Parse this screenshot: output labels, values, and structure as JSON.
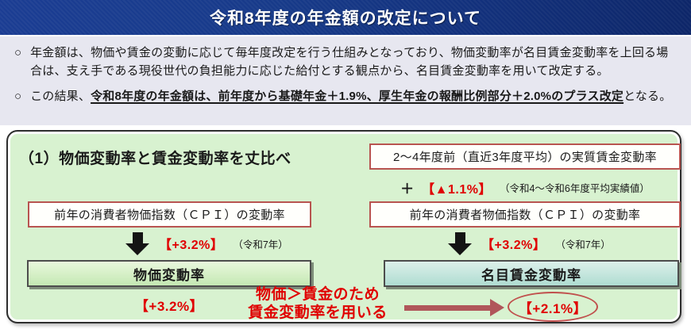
{
  "header": {
    "title": "令和8年度の年金額の改定について"
  },
  "intro": {
    "bullets": [
      {
        "marker": "○",
        "text": "年金額は、物価や賃金の変動に応じて毎年度改定を行う仕組みとなっており、物価変動率が名目賃金変動率を上回る場合は、支え手である現役世代の負担能力に応じた給付とする観点から、名目賃金変動率を用いて改定する。"
      },
      {
        "marker": "○",
        "prefix": "この結果、",
        "emphasis": "令和8年度の年金額は、前年度から基礎年金＋1.9%、厚生年金の報酬比例部分＋2.0%のプラス改定",
        "suffix": "となる。"
      }
    ]
  },
  "diagram": {
    "title": "（1）物価変動率と賃金変動率を丈比べ",
    "left": {
      "cpi_box": "前年の消費者物価指数（ＣＰＩ）の変動率",
      "arrow_value": "【+3.2%】",
      "arrow_note": "（令和7年）",
      "result_label": "物価変動率",
      "result_value": "【+3.2%】"
    },
    "right": {
      "real_wage_box": "2～4年度前（直近3年度平均）の実質賃金変動率",
      "plus": "＋",
      "real_wage_value": "【▲1.1%】",
      "real_wage_note": "（令和4～令和6年度平均実績値）",
      "cpi_box": "前年の消費者物価指数（ＣＰＩ）の変動率",
      "arrow_value": "【+3.2%】",
      "arrow_note": "（令和7年）",
      "result_label": "名目賃金変動率",
      "final_value": "【+2.1%】"
    },
    "conclusion": {
      "line1": "物価＞賃金のため",
      "line2": "賃金変動率を用いる"
    }
  },
  "colors": {
    "header_blue": "#16358a",
    "accent_red": "#e00000",
    "box_border_red": "#b85450",
    "panel_green": "#d8f2d0",
    "result_green": "#c4e8b3",
    "result_teal": "#afdcd1",
    "arrow_brick": "#b0565a"
  }
}
